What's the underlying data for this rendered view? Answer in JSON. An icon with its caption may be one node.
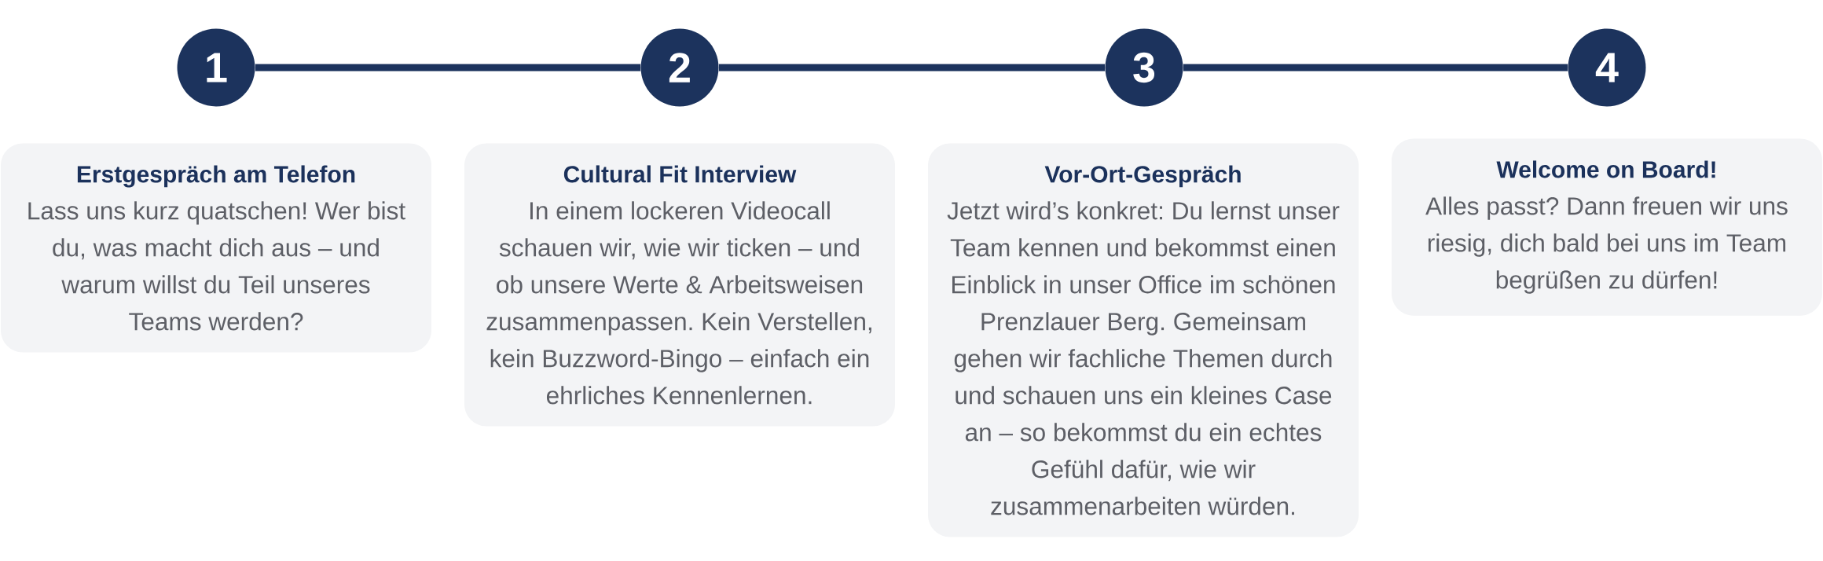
{
  "diagram": {
    "nodes": [
      {
        "text": [
          "1"
        ]
      },
      {
        "text": [
          "2"
        ]
      },
      {
        "text": [
          "3"
        ]
      },
      {
        "text": [
          "4"
        ]
      },
      {
        "text": [
          "Erstgespräch am Telefon",
          "Lass uns kurz quatschen! Wer bist du, was macht dich aus – und warum willst du Teil unseres Teams werden?"
        ]
      },
      {
        "text": [
          "Cultural Fit Interview",
          "In einem lockeren Videocall schauen wir, wie wir ticken – und ob unsere Werte & Arbeitsweisen zusammenpassen. Kein Verstellen, kein Buzzword-Bingo – einfach ein ehrliches Kennenlernen."
        ]
      },
      {
        "text": [
          "Vor-Ort-Gespräch",
          "Jetzt wird’s konkret: Du lernst unser Team kennen und bekommst einen Einblick in unser Office im schönen Prenzlauer Berg. Gemeinsam gehen wir fachliche Themen durch und schauen uns ein kleines Case an – so bekommst du ein echtes Gefühl dafür, wie wir zusammenarbeiten würden."
        ]
      },
      {
        "text": [
          "Welcome on Board!",
          "Alles passt? Dann freuen wir uns riesig, dich bald bei uns im Team begrüßen zu dürfen!"
        ]
      }
    ],
    "edges": [
      {
        "from": 0,
        "to": 1,
        "arrow": "none"
      },
      {
        "from": 1,
        "to": 2,
        "arrow": "none"
      },
      {
        "from": 2,
        "to": 3,
        "arrow": "none"
      }
    ]
  }
}
